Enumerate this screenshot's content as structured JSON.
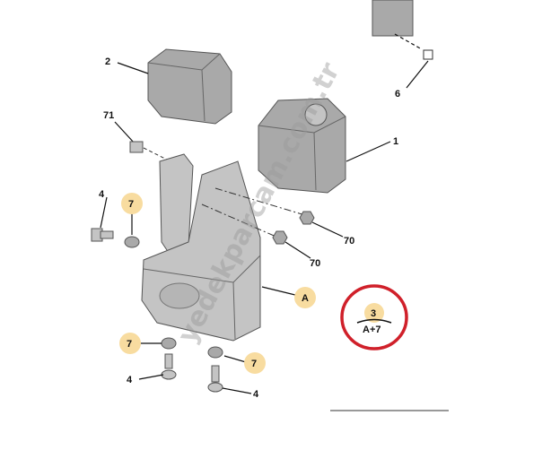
{
  "diagram": {
    "callouts": {
      "part_2": "2",
      "part_71": "71",
      "part_1": "1",
      "part_6": "6",
      "part_4a": "4",
      "part_7a": "7",
      "part_70a": "70",
      "part_70b": "70",
      "part_A": "A",
      "part_7b": "7",
      "part_7c": "7",
      "part_4b": "4",
      "part_4c": "4",
      "kit_number": "3",
      "kit_contents": "A+7"
    },
    "watermark": "yedekparcam.com.tr",
    "colors": {
      "highlight_circle": "#d0202a",
      "badge": "#f8dca0"
    }
  }
}
